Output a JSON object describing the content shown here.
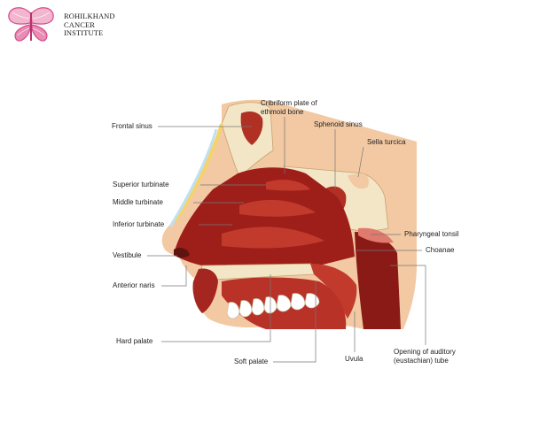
{
  "brand": {
    "line1": "ROHILKHAND",
    "line2": "CANCER",
    "line3": "INSTITUTE",
    "logo_color": "#d44a8a"
  },
  "labels": {
    "frontal_sinus": "Frontal sinus",
    "cribriform_line1": "Cribriform plate of",
    "cribriform_line2": "ethmoid bone",
    "sphenoid_sinus": "Sphenoid sinus",
    "sella_turcica": "Sella turcica",
    "superior_turbinate": "Superior turbinate",
    "middle_turbinate": "Middle turbinate",
    "inferior_turbinate": "Inferior turbinate",
    "pharyngeal_tonsil": "Pharyngeal tonsil",
    "choanae": "Choanae",
    "vestibule": "Vestibule",
    "anterior_naris": "Anterior naris",
    "hard_palate": "Hard palate",
    "soft_palate": "Soft palate",
    "uvula": "Uvula",
    "auditory_line1": "Opening of auditory",
    "auditory_line2": "(eustachian) tube"
  },
  "colors": {
    "skin": "#f2c9a3",
    "bone": "#f3e6c6",
    "cavity": "#9e1f1a",
    "mucosa": "#c23a2c",
    "leader": "#777777"
  }
}
